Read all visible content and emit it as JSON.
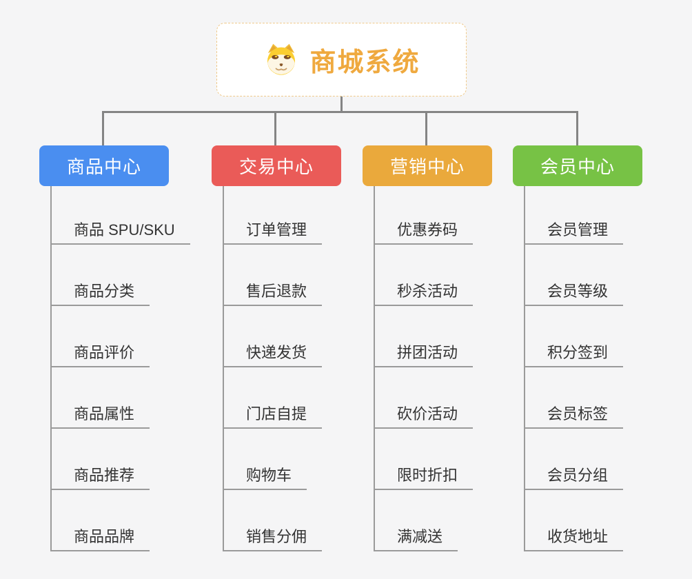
{
  "root": {
    "title": "商城系统",
    "icon": "doge-icon"
  },
  "colors": {
    "background": "#F5F5F6",
    "connector": "#848484",
    "underline": "#9A9A9A",
    "root_border": "#EFC98A",
    "root_title": "#EFA93F",
    "branch_text": "#FFFFFF",
    "item_text": "#333333",
    "branch_product": "#4A8EF0",
    "branch_trade": "#EA5B58",
    "branch_marketing": "#EAA93C",
    "branch_member": "#77C245"
  },
  "branches": [
    {
      "label": "商品中心",
      "color": "#4A8EF0",
      "items": [
        "商品 SPU/SKU",
        "商品分类",
        "商品评价",
        "商品属性",
        "商品推荐",
        "商品品牌"
      ]
    },
    {
      "label": "交易中心",
      "color": "#EA5B58",
      "items": [
        "订单管理",
        "售后退款",
        "快递发货",
        "门店自提",
        "购物车",
        "销售分佣"
      ]
    },
    {
      "label": "营销中心",
      "color": "#EAA93C",
      "items": [
        "优惠券码",
        "秒杀活动",
        "拼团活动",
        "砍价活动",
        "限时折扣",
        "满减送"
      ]
    },
    {
      "label": "会员中心",
      "color": "#77C245",
      "items": [
        "会员管理",
        "会员等级",
        "积分签到",
        "会员标签",
        "会员分组",
        "收货地址"
      ]
    }
  ]
}
